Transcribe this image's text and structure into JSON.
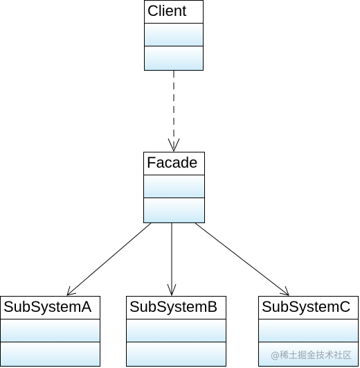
{
  "diagram": {
    "classes": {
      "client": "Client",
      "facade": "Facade",
      "subsystem_a": "SubSystemA",
      "subsystem_b": "SubSystemB",
      "subsystem_c": "SubSystemC"
    },
    "relations": [
      {
        "from": "Client",
        "to": "Facade",
        "style": "dashed"
      },
      {
        "from": "Facade",
        "to": "SubSystemA",
        "style": "solid"
      },
      {
        "from": "Facade",
        "to": "SubSystemB",
        "style": "solid"
      },
      {
        "from": "Facade",
        "to": "SubSystemC",
        "style": "solid"
      }
    ]
  },
  "watermark": "@稀土掘金技术社区",
  "colors": {
    "border": "#000000",
    "fill_top": "#ffffff",
    "fill_bottom": "#bfe6f8"
  }
}
